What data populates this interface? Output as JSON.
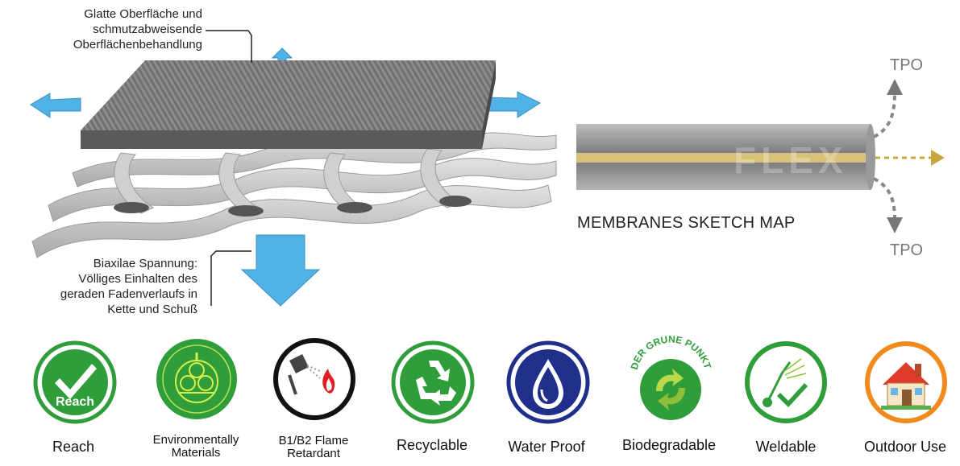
{
  "diagram": {
    "top_note": [
      "Glatte Oberfläche und",
      "schmutzabweisende",
      "Oberflächenbehandlung"
    ],
    "bottom_note": [
      "Biaxilae Spannung:",
      "Völliges Einhalten des",
      "geraden Fadenverlaufs in",
      "Kette und Schuß"
    ],
    "sketch_title": "MEMBRANES SKETCH MAP",
    "tpo_top": "TPO",
    "tpo_bottom": "TPO",
    "watermark": "FLEX",
    "colors": {
      "arrow_blue": "#4fb3e6",
      "membrane_gray": "#8a8a8a",
      "fabric_gray": "#c9c9c9",
      "core_gold": "#d8c27a",
      "badge_green": "#2f9e3a",
      "water_blue": "#1f2f8a",
      "flame_red": "#e02020",
      "house_orange": "#f08a1c"
    }
  },
  "features": [
    {
      "icon": "reach-check-icon",
      "label": "Reach",
      "badge_text": "Reach"
    },
    {
      "icon": "environmental-label-icon",
      "label_lines": [
        "Environmentally",
        "Materials"
      ]
    },
    {
      "icon": "flame-retardant-icon",
      "label_lines": [
        "B1/B2 Flame",
        "Retardant"
      ]
    },
    {
      "icon": "recycle-icon",
      "label": "Recyclable"
    },
    {
      "icon": "water-drop-icon",
      "label": "Water Proof"
    },
    {
      "icon": "green-dot-icon",
      "label": "Biodegradable",
      "badge_text": "DER GRUNE PUNKT"
    },
    {
      "icon": "weld-check-icon",
      "label": "Weldable"
    },
    {
      "icon": "house-icon",
      "label": "Outdoor Use"
    }
  ]
}
